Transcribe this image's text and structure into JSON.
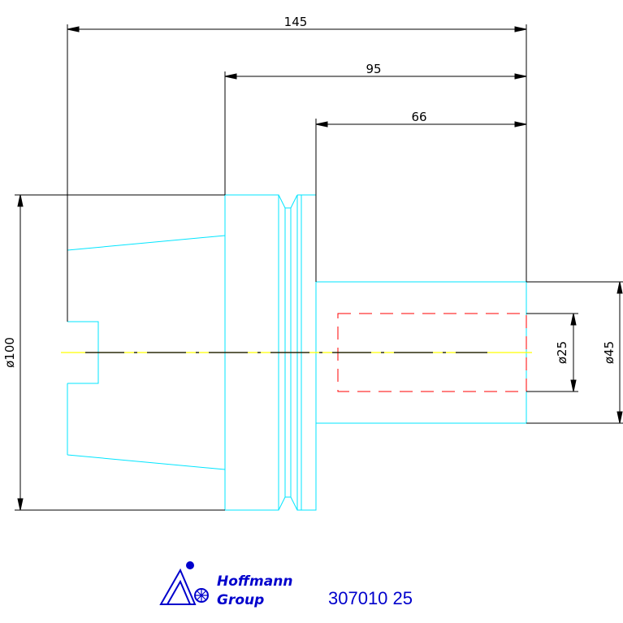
{
  "drawing": {
    "dimensions": {
      "overall_length": "145",
      "length_95": "95",
      "length_66": "66",
      "diameter_100": "ø100",
      "diameter_25": "ø25",
      "diameter_45": "ø45"
    },
    "colors": {
      "outline": "#00e5ff",
      "dimension": "#000000",
      "centerline": "#ffff00",
      "hidden": "#ff0000",
      "brand": "#0000cc"
    }
  },
  "titleblock": {
    "logo_line1": "Hoffmann",
    "logo_line2": "Group",
    "part_number": "307010 25"
  }
}
